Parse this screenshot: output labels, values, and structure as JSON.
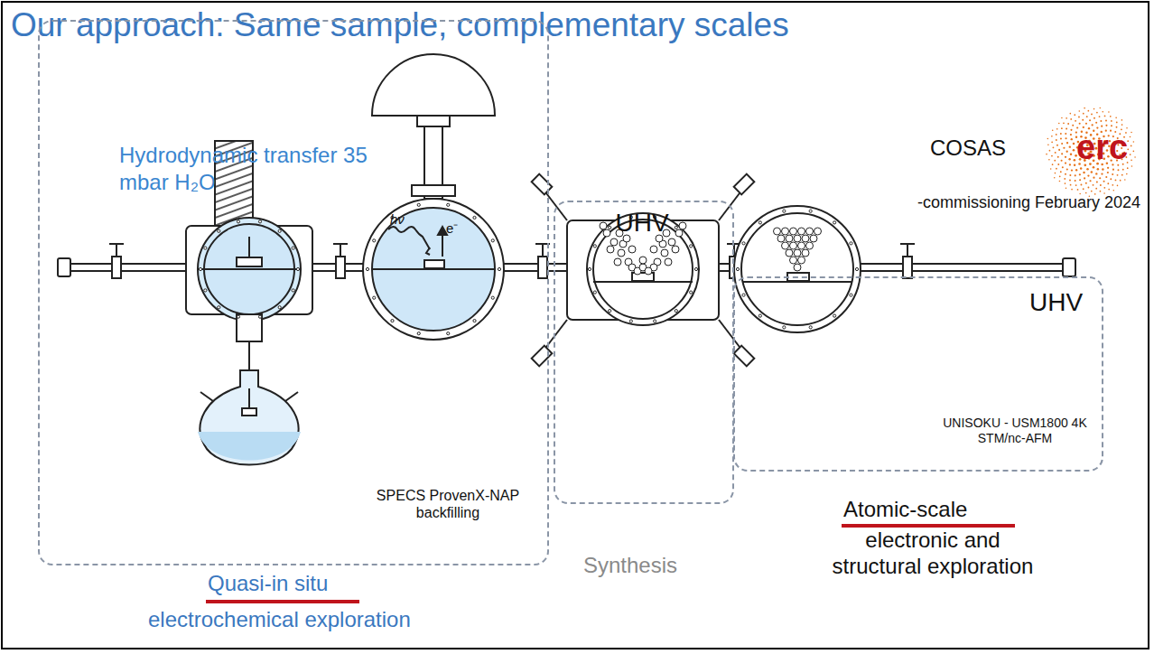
{
  "diagram": {
    "title": "Our approach: Same sample, complementary scales",
    "nodes": [
      {
        "text": [
          "Hydrodynamic transfer 35 mbar H₂O",
          "SPECS ProvenX-NAP backfilling"
        ]
      },
      {
        "text": [
          "UHV"
        ]
      },
      {
        "text": [
          "UHV",
          "UNISOKU - USM1800 4K STM/nc-AFM"
        ]
      }
    ],
    "labels": [
      "COSAS",
      "erc",
      "-commissioning February 2024",
      "hν",
      "e⁻",
      "Quasi-in situ",
      "electrochemical exploration",
      "Synthesis",
      "Atomic-scale",
      "electronic and structural exploration"
    ]
  }
}
